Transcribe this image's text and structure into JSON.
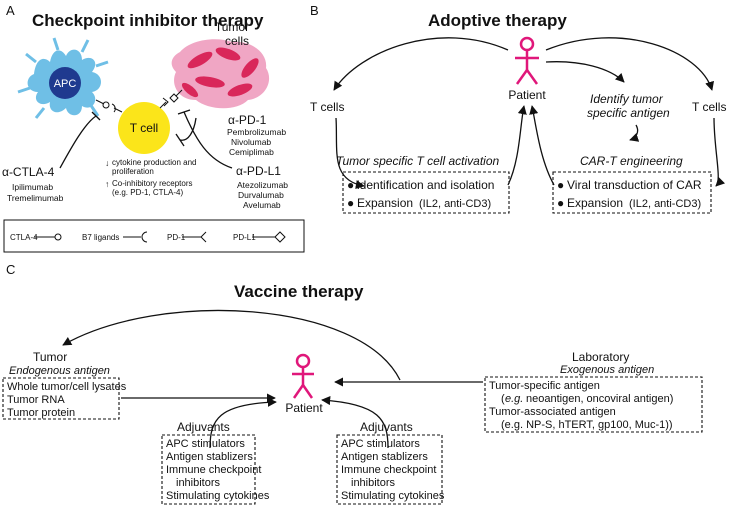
{
  "panels": {
    "a": {
      "letter": "A",
      "title": "Checkpoint inhibitor therapy",
      "apc_label": "APC",
      "tumor_label_1": "Tumor",
      "tumor_label_2": "cells",
      "tcell_label": "T cell",
      "pd1_label": "α-PD-1",
      "pd1_drugs": [
        "Pembrolizumab",
        "Nivolumab",
        "Cemiplimab"
      ],
      "pdl1_label": "α-PD-L1",
      "pdl1_drugs": [
        "Atezolizumab",
        "Durvalumab",
        "Avelumab"
      ],
      "ctla4_label": "α-CTLA-4",
      "ctla4_drugs": [
        "Ipilimumab",
        "Tremelimumab"
      ],
      "effects": [
        "cytokine production and",
        "proliferation",
        "Co-inhibitory receptors",
        "(e.g. PD-1, CTLA-4)"
      ],
      "legend": [
        "CTLA-4",
        "B7 ligands",
        "PD-1",
        "PD-L1"
      ],
      "colors": {
        "apc": "#6fbfe6",
        "apc_nucleus": "#1f3a8f",
        "tcell": "#fbe51a",
        "tumor": "#d9275a",
        "tumor_bg": "#f0a6c4"
      }
    },
    "b": {
      "letter": "B",
      "title": "Adoptive therapy",
      "patient": "Patient",
      "tcells_left": "T cells",
      "tcells_right": "T cells",
      "identify_1": "Identify tumor",
      "identify_2": "specific antigen",
      "activation": "Tumor specific T cell activation",
      "car_t": "CAR-T engineering",
      "left_box": {
        "line1": "identification and isolation",
        "line2": "Expansion",
        "line2_suffix": "(IL2, anti-CD3)"
      },
      "right_box": {
        "line1": "Viral transduction of CAR",
        "line2": "Expansion",
        "line2_suffix": "(IL2, anti-CD3)"
      },
      "colors": {
        "patient": "#e0177a"
      }
    },
    "c": {
      "letter": "C",
      "title": "Vaccine therapy",
      "tumor": "Tumor",
      "endogenous": "Endogenous antigen",
      "tumor_items": [
        "Whole tumor/cell lysates",
        "Tumor RNA",
        "Tumor protein"
      ],
      "patient": "Patient",
      "adjuvants": "Adjuvants",
      "adjuvant_items": [
        "APC stimulators",
        "Antigen stablizers",
        "Immune checkpoint",
        "inhibitors",
        "Stimulating cytokines"
      ],
      "laboratory": "Laboratory",
      "exogenous": "Exogenous antigen",
      "lab_line1": "Tumor-specific antigen",
      "lab_line2_eg": "e.g.",
      "lab_line2_rest": "neoantigen, oncoviral antigen)",
      "lab_line3": "Tumor-associated antigen",
      "lab_line4": "(e.g. NP-S, hTERT, gp100, Muc-1))"
    }
  }
}
